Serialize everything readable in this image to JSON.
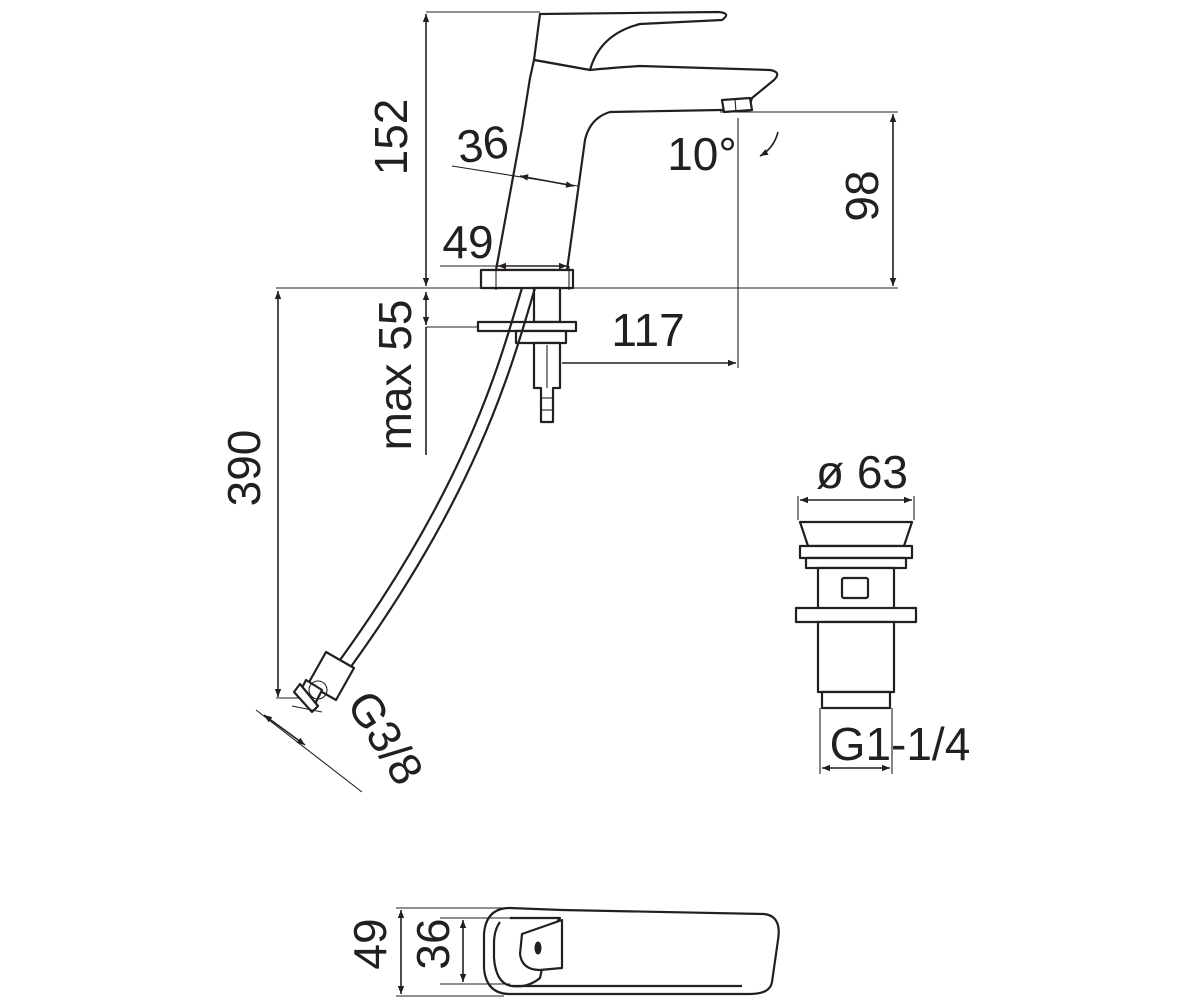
{
  "dimensions": {
    "total_height": "152",
    "body_width": "36",
    "base_width": "49",
    "spout_height": "98",
    "spout_angle": "10°",
    "max_deck_thickness": "max 55",
    "spout_reach": "117",
    "hose_length": "390",
    "hose_thread": "G3/8",
    "waste_diameter": "ø 63",
    "waste_thread": "G1-1/4",
    "top_view_depth": "49",
    "top_view_handle_depth": "36"
  },
  "colors": {
    "line": "#231f20",
    "background": "#ffffff"
  }
}
